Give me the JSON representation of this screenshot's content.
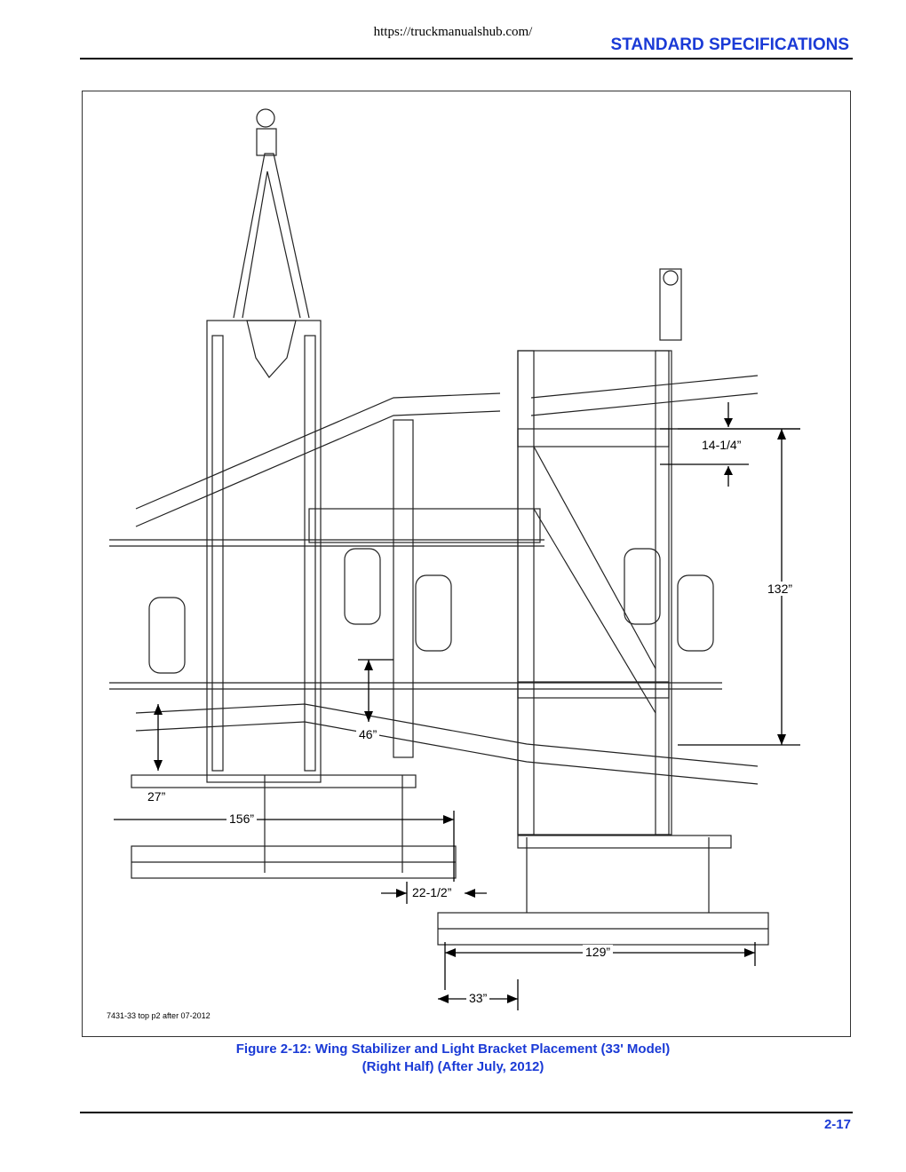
{
  "header": {
    "url": "https://truckmanualshub.com/",
    "section_title": "STANDARD SPECIFICATIONS"
  },
  "figure": {
    "drawing_id": "7431-33 top p2 after 07-2012",
    "dimensions": {
      "d14": "14-1/4”",
      "d132": "132”",
      "d46": "46”",
      "d27": "27”",
      "d156": "156”",
      "d22": "22-1/2”",
      "d129": "129”",
      "d33": "33”"
    },
    "caption_line1": "Figure 2-12:  Wing Stabilizer and Light Bracket Placement (33' Model)",
    "caption_line2": "(Right Half) (After July, 2012)"
  },
  "footer": {
    "page_number": "2-17"
  }
}
